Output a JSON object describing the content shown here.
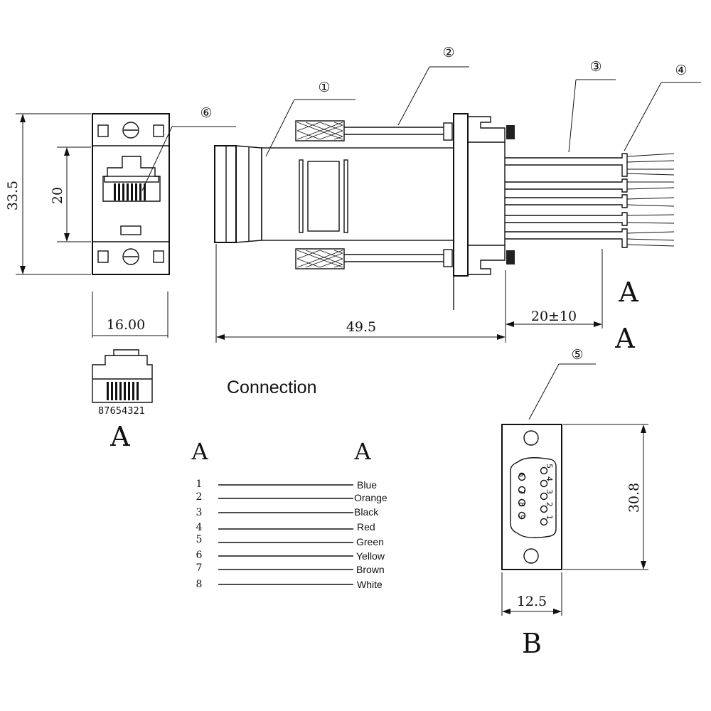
{
  "callouts": [
    "①",
    "②",
    "③",
    "④",
    "⑤",
    "⑥"
  ],
  "dimensions": {
    "height_total": "33.5",
    "height_jack": "20",
    "width_jack": "16.00",
    "length_total": "49.5",
    "wire_length": "20±10",
    "db_height": "30.8",
    "db_width": "12.5"
  },
  "view_labels": {
    "a_right_1": "A",
    "a_right_2": "A",
    "a_rj45": "A",
    "b_db9": "B"
  },
  "rj45_pin_order": "87654321",
  "connection": {
    "title": "Connection",
    "left_header": "A",
    "right_header": "A",
    "rows": [
      {
        "pin": "1",
        "color": "Blue"
      },
      {
        "pin": "2",
        "color": "Orange"
      },
      {
        "pin": "3",
        "color": "Black"
      },
      {
        "pin": "4",
        "color": "Red"
      },
      {
        "pin": "5",
        "color": "Green"
      },
      {
        "pin": "6",
        "color": "Yellow"
      },
      {
        "pin": "7",
        "color": "Brown"
      },
      {
        "pin": "8",
        "color": "White"
      }
    ]
  },
  "db9_pins": {
    "top_row": [
      "5",
      "4",
      "3",
      "2",
      "1"
    ],
    "bottom_row": [
      "9",
      "8",
      "7",
      "6"
    ]
  }
}
